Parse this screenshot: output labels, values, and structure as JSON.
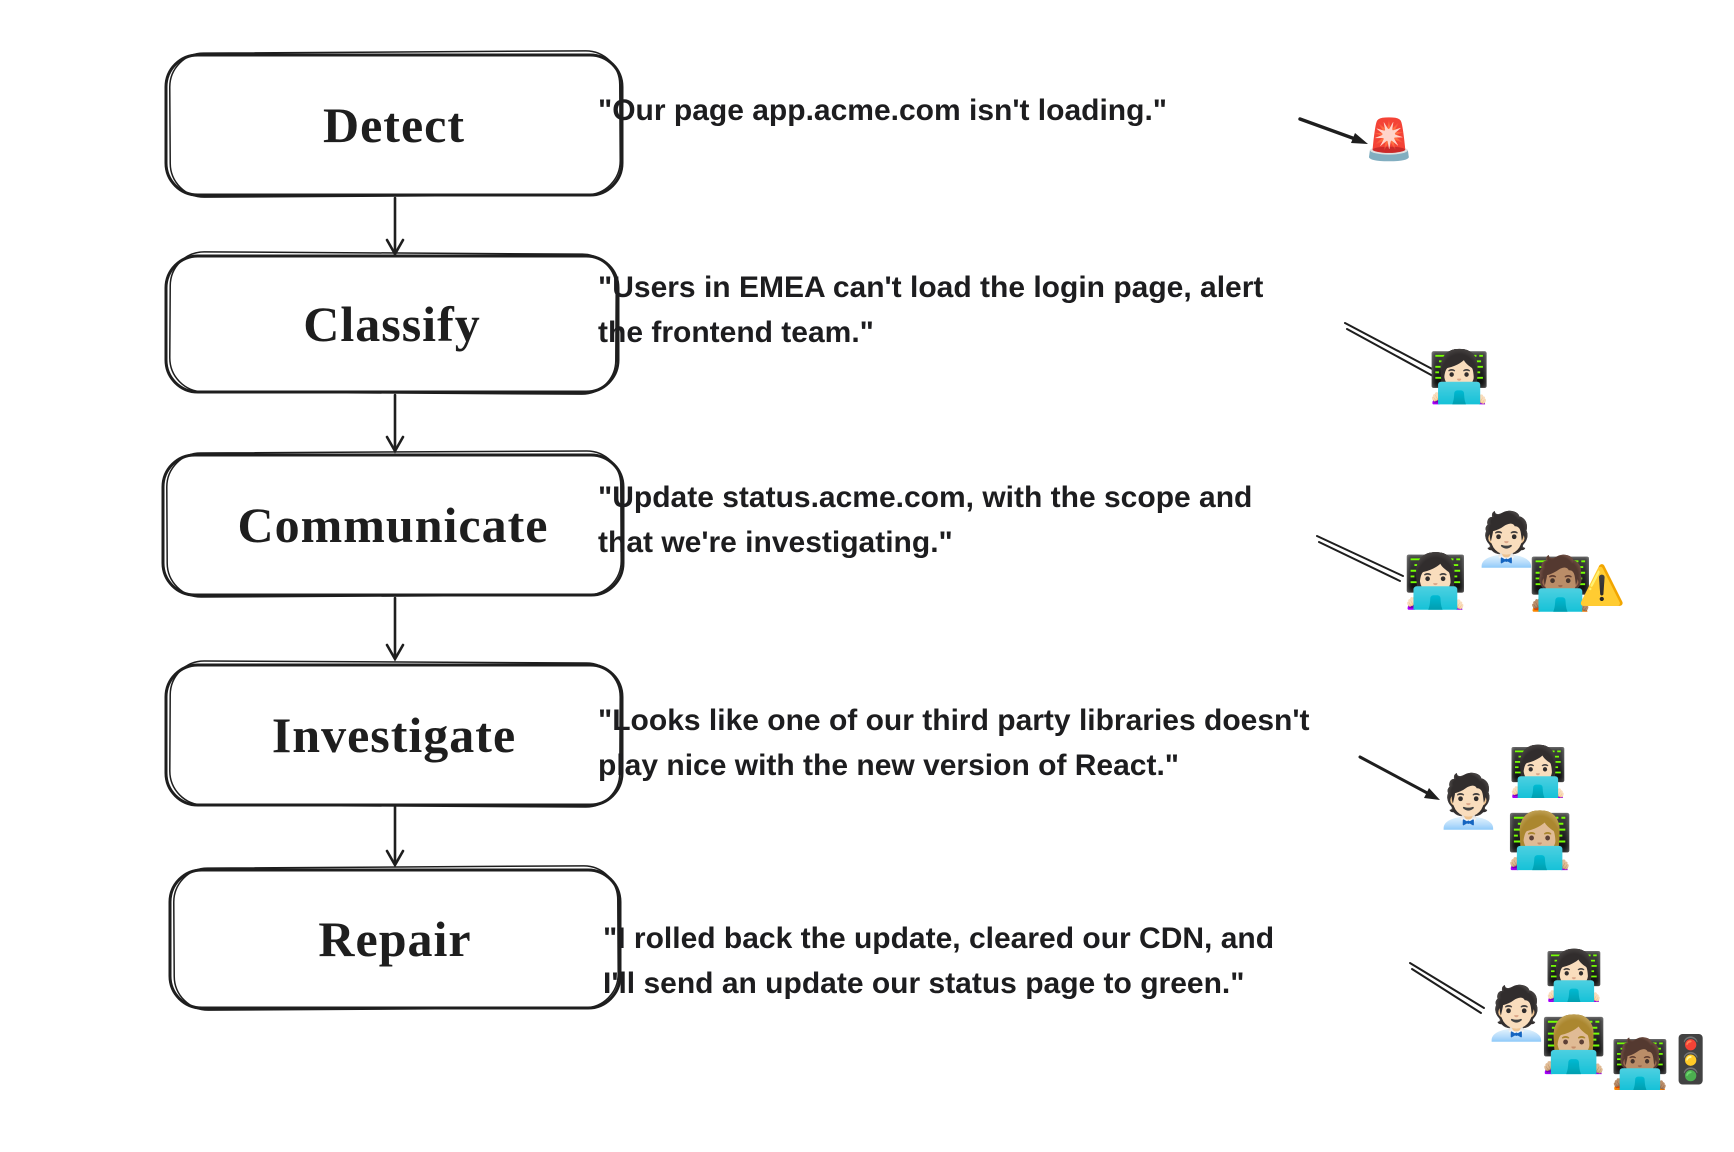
{
  "colors": {
    "background": "#ffffff",
    "stroke": "#1e1e1e",
    "text": "#1d1d1f",
    "siren_red": "#e03a3a",
    "warning_yellow": "#f7c325"
  },
  "steps": [
    {
      "label": "Detect",
      "quote_lines": [
        "\"Our page app.acme.com isn't loading.\""
      ],
      "emojis": [
        {
          "name": "police-car-light",
          "char": "🚨"
        }
      ]
    },
    {
      "label": "Classify",
      "quote_lines": [
        "\"Users in EMEA can't load the login page, alert",
        "the frontend team.\""
      ],
      "emojis": [
        {
          "name": "woman-technologist",
          "char": "👩🏻‍💻"
        }
      ]
    },
    {
      "label": "Communicate",
      "quote_lines": [
        "\"Update status.acme.com, with the scope and",
        "that we're investigating.\""
      ],
      "emojis": [
        {
          "name": "woman-technologist",
          "char": "👩🏻‍💻"
        },
        {
          "name": "office-worker",
          "char": "🧑🏻‍💼"
        },
        {
          "name": "technologist-medium-skin",
          "char": "🧑🏽‍💻"
        },
        {
          "name": "warning-sign",
          "char": "⚠️"
        }
      ]
    },
    {
      "label": "Investigate",
      "quote_lines": [
        "\"Looks like one of our third party libraries doesn't",
        "play nice with the new version of React.\""
      ],
      "emojis": [
        {
          "name": "office-worker",
          "char": "🧑🏻‍💼"
        },
        {
          "name": "woman-technologist",
          "char": "👩🏻‍💻"
        },
        {
          "name": "blonde-woman-technologist",
          "char": "👩🏼‍💻"
        }
      ]
    },
    {
      "label": "Repair",
      "quote_lines": [
        "\"I rolled back the update, cleared our CDN, and",
        "I'll send an update our status page to green.\""
      ],
      "emojis": [
        {
          "name": "office-worker",
          "char": "🧑🏻‍💼"
        },
        {
          "name": "woman-technologist",
          "char": "👩🏻‍💻"
        },
        {
          "name": "blonde-woman-technologist",
          "char": "👩🏼‍💻"
        },
        {
          "name": "technologist-medium-skin",
          "char": "🧑🏽‍💻"
        },
        {
          "name": "traffic-light",
          "char": "🚦"
        }
      ]
    }
  ]
}
